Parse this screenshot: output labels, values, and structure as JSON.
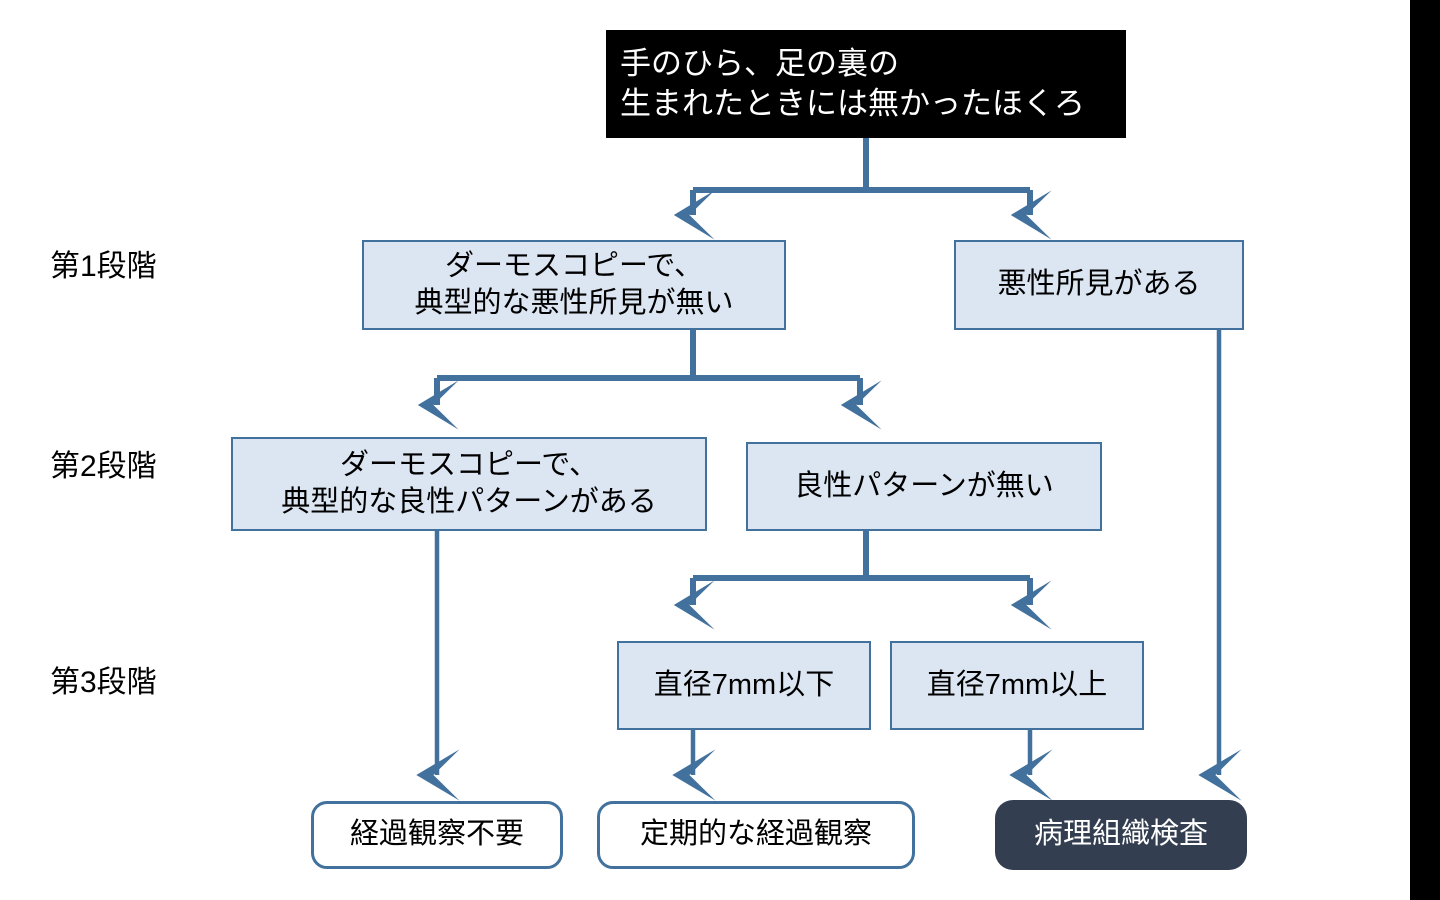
{
  "diagram": {
    "title_text": "手のひら、足の裏の\n生まれたときには無かったほくろ",
    "background_color": "#ffffff",
    "connector_color": "#41719c",
    "node_fill_color": "#dce6f2",
    "node_border_color": "#41719c",
    "dark_node_color": "#333f50",
    "title_band_color": "#000000",
    "stage_labels": [
      {
        "id": "stage-1",
        "text": "第1段階"
      },
      {
        "id": "stage-2",
        "text": "第2段階"
      },
      {
        "id": "stage-3",
        "text": "第3段階"
      }
    ],
    "nodes": [
      {
        "id": "root",
        "text": "手のひら、足の裏の\n生まれたときには無かったほくろ"
      },
      {
        "id": "stage1-left",
        "text": "ダーモスコピーで、\n典型的な悪性所見が無い"
      },
      {
        "id": "stage1-right",
        "text": "悪性所見がある"
      },
      {
        "id": "stage2-left",
        "text": "ダーモスコピーで、\n典型的な良性パターンがある"
      },
      {
        "id": "stage2-right",
        "text": "良性パターンが無い"
      },
      {
        "id": "stage3-left",
        "text": "直径7mm以下"
      },
      {
        "id": "stage3-right",
        "text": "直径7mm以上"
      },
      {
        "id": "result-no-followup",
        "text": "経過観察不要"
      },
      {
        "id": "result-periodic-followup",
        "text": "定期的な経過観察"
      },
      {
        "id": "result-histopathology",
        "text": "病理組織検査"
      }
    ]
  }
}
